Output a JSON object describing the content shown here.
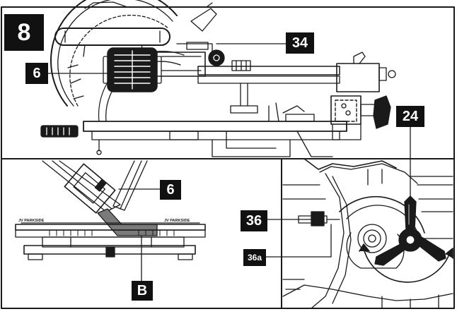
{
  "figure": {
    "number": "8",
    "ruler_text_left": "JV PARKSIDE",
    "ruler_text_right": "JV PARKSIDE"
  },
  "callouts": {
    "c6_top": "6",
    "c34": "34",
    "c24": "24",
    "c6_bottom": "6",
    "c36": "36",
    "c36a": "36a",
    "cB": "B"
  },
  "colors": {
    "line": "#1a1a1a",
    "label_bg": "#111111",
    "label_text": "#ffffff",
    "highlight_arm": "#7a7a7a"
  }
}
